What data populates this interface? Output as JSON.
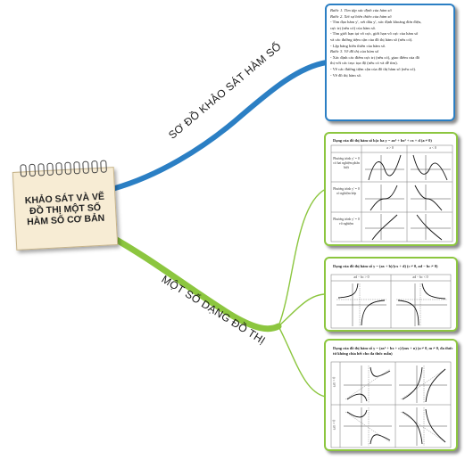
{
  "central_topic": {
    "line1": "KHẢO SÁT VÀ VẼ",
    "line2": "ĐỒ THỊ MỘT SỐ",
    "line3": "HÀM SỐ CƠ BẢN"
  },
  "branches": {
    "upper_label": "SƠ ĐỒ KHẢO SÁT HÀM SỐ",
    "lower_label": "MỘT SỐ DẠNG ĐỒ THỊ",
    "upper_color": "#2b7fc4",
    "lower_color": "#8cc63f"
  },
  "steps_box": {
    "lines": [
      "Bước 1. Tìm tập xác định của hàm số",
      "Bước 2. Xét sự biến thiên của hàm số",
      "- Tìm đạo hàm y', xét dấu y', xác định khoảng đơn điệu,",
      "cực trị (nếu có) của hàm số.",
      "- Tìm giới hạn tại vô cực, giới hạn vô cực của hàm số",
      "và các đường tiệm cận của đồ thị hàm số (nếu có).",
      "- Lập bảng biến thiên của hàm số.",
      "Bước 3. Vẽ đồ thị của hàm số",
      "- Xác định các điểm cực trị (nếu có), giao điểm của đồ",
      "thị với các trục tọa độ (nếu có và dễ tìm).",
      "- Vẽ các đường tiệm cận của đồ thị hàm số (nếu có).",
      "- Vẽ đồ thị hàm số."
    ]
  },
  "cubic_box": {
    "title": "Dạng của đồ thị hàm số bậc ba y = ax³ + bx² + cx + d (a ≠ 0)",
    "col_headers": [
      "a > 0",
      "a < 0"
    ],
    "row_labels": [
      "Phương trình y' = 0 có hai nghiệm phân biệt",
      "Phương trình y' = 0 có nghiệm kép",
      "Phương trình y' = 0 vô nghiệm"
    ]
  },
  "frac1_box": {
    "title": "Dạng của đồ thị hàm số y = (ax + b)/(cx + d)  (c ≠ 0, ad − bc ≠ 0)",
    "col_headers": [
      "ad − bc > 0",
      "ad − bc < 0"
    ]
  },
  "frac2_box": {
    "title": "Dạng của đồ thị hàm số y = (ax² + bx + c)/(mx + n)  (a ≠ 0, m ≠ 0, đa thức tử không chia hết cho đa thức mẫu)",
    "row_labels": [
      "a.m > 0",
      "a.m < 0"
    ]
  }
}
